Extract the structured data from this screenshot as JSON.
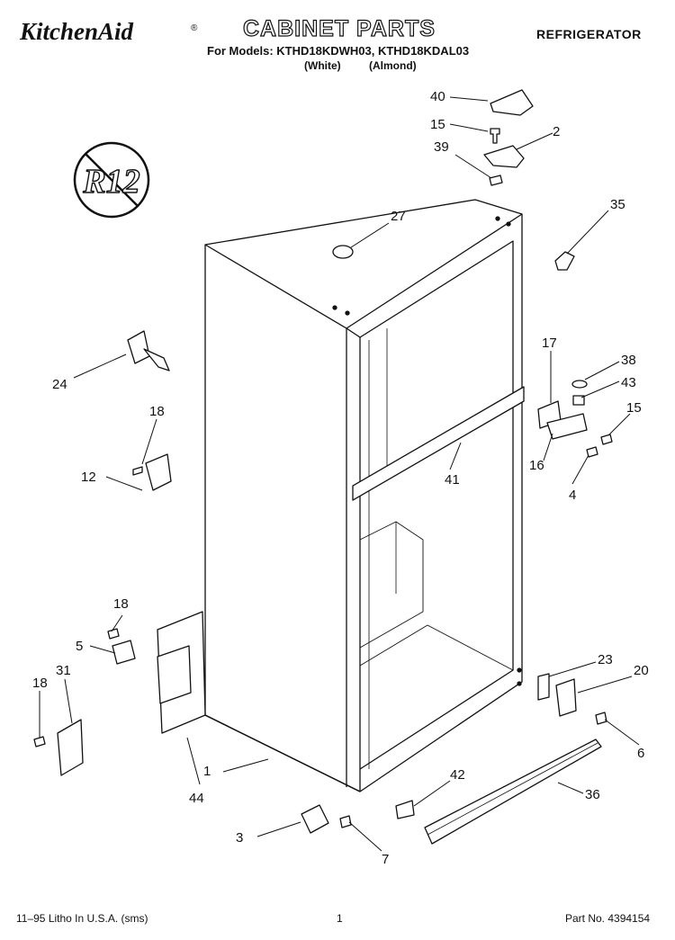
{
  "header": {
    "brand": "KitchenAid",
    "brand_mark": "®",
    "title": "CABINET PARTS",
    "models_line": "For Models: KTHD18KDWH03, KTHD18KDAL03",
    "variants": [
      "(White)",
      "(Almond)"
    ],
    "appliance": "REFRIGERATOR"
  },
  "diagram": {
    "badge_text": "R12",
    "callouts": [
      "40",
      "15",
      "2",
      "39",
      "27",
      "35",
      "24",
      "18",
      "12",
      "17",
      "38",
      "43",
      "15",
      "16",
      "4",
      "41",
      "18",
      "5",
      "31",
      "18",
      "23",
      "20",
      "1",
      "44",
      "6",
      "42",
      "36",
      "3",
      "7"
    ]
  },
  "footer": {
    "left": "11–95 Litho In U.S.A. (sms)",
    "center": "1",
    "right": "Part No. 4394154"
  }
}
